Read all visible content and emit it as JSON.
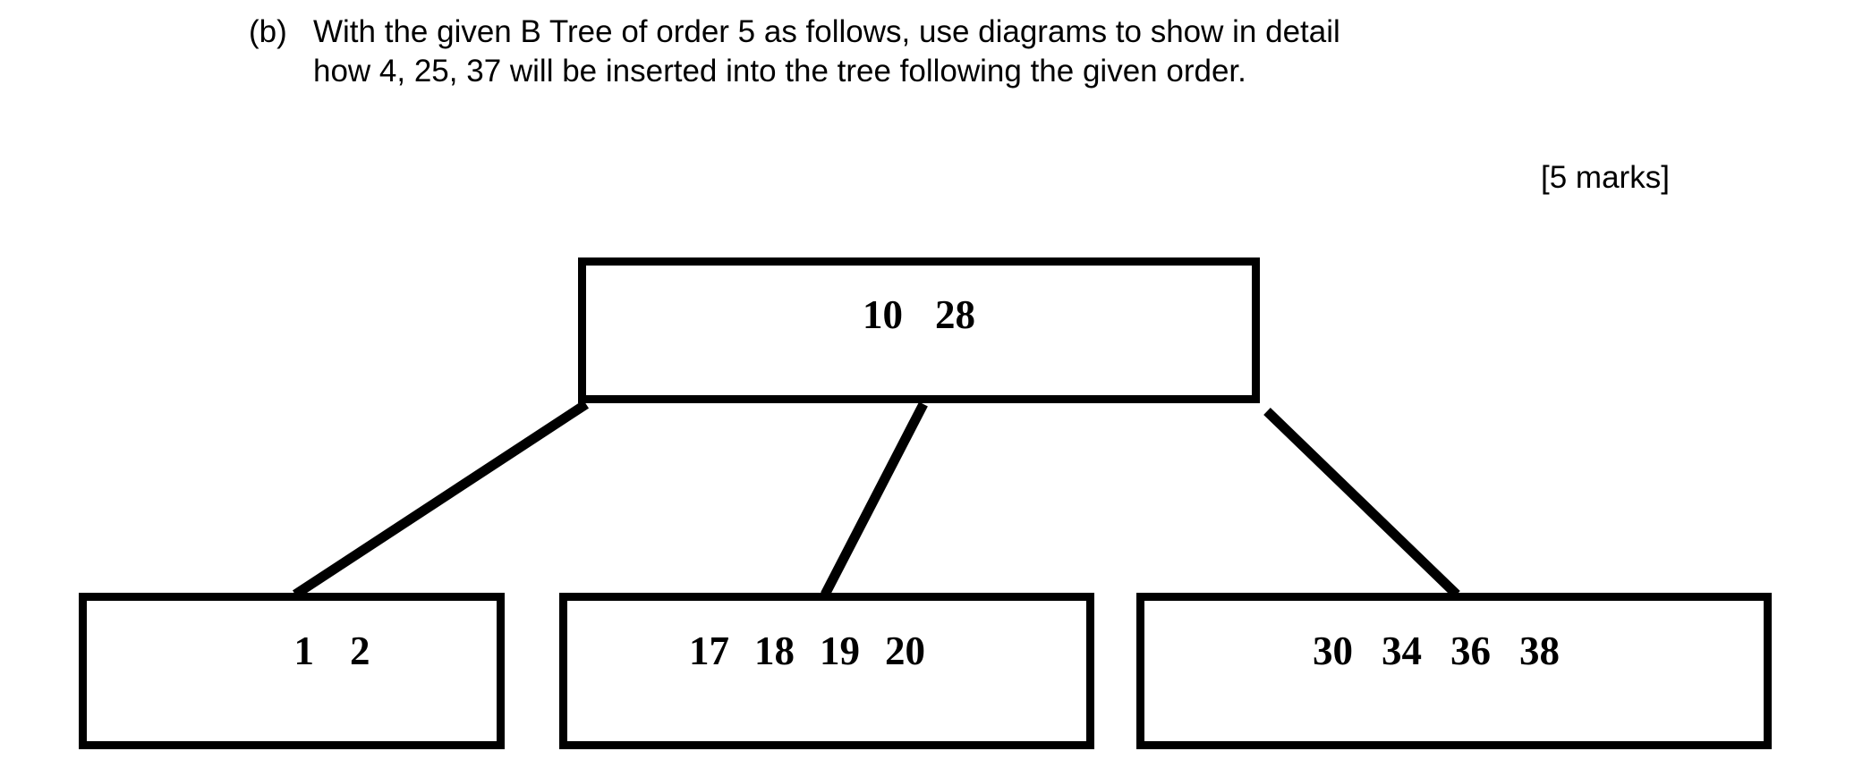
{
  "question": {
    "label": "(b)",
    "line1": "With the given B Tree of order 5 as follows, use diagrams to show in detail",
    "line2": "how 4, 25, 37 will be inserted into the tree following the given order.",
    "marks": "[5 marks]"
  },
  "diagram": {
    "type": "b-tree",
    "order": 5,
    "line_color": "#000000",
    "background_color": "#ffffff",
    "text_color": "#000000",
    "root": {
      "id": "root",
      "keys": [
        "10",
        "28"
      ]
    },
    "leaves": [
      {
        "id": "leaf-1",
        "keys": [
          "1",
          "2"
        ]
      },
      {
        "id": "leaf-2",
        "keys": [
          "17",
          "18",
          "19",
          "20"
        ]
      },
      {
        "id": "leaf-3",
        "keys": [
          "30",
          "34",
          "36",
          "38"
        ]
      }
    ],
    "edges": [
      {
        "from": "root",
        "to": "leaf-1"
      },
      {
        "from": "root",
        "to": "leaf-2"
      },
      {
        "from": "root",
        "to": "leaf-3"
      }
    ]
  }
}
